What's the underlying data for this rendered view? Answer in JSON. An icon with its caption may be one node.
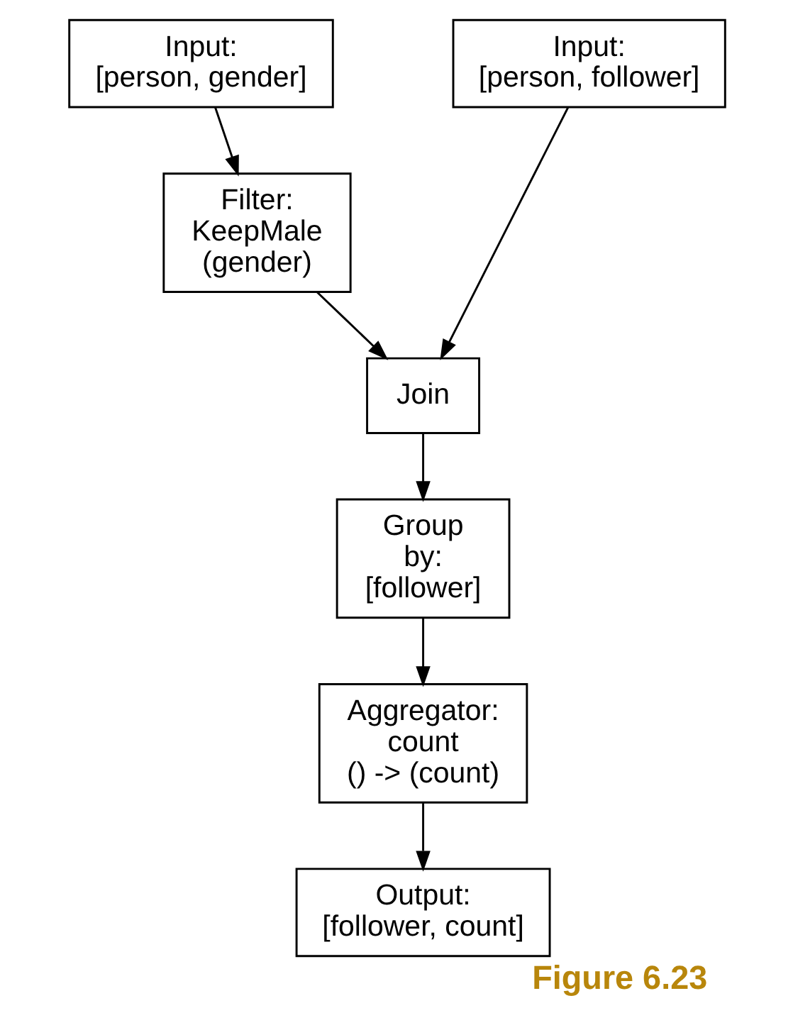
{
  "diagram": {
    "caption": "Figure 6.23",
    "nodes": [
      {
        "text": [
          "Input: [person, gender]"
        ]
      },
      {
        "text": [
          "Input: [person, follower]"
        ]
      },
      {
        "text": [
          "Filter: KeepMale (gender)"
        ]
      },
      {
        "text": [
          "Join"
        ]
      },
      {
        "text": [
          "Group by: [follower]"
        ]
      },
      {
        "text": [
          "Aggregator: count () -> (count)"
        ]
      },
      {
        "text": [
          "Output: [follower, count]"
        ]
      }
    ],
    "edges": [
      {
        "from": 0,
        "to": 2,
        "arrow": "to"
      },
      {
        "from": 2,
        "to": 3,
        "arrow": "to"
      },
      {
        "from": 1,
        "to": 3,
        "arrow": "to"
      },
      {
        "from": 3,
        "to": 4,
        "arrow": "to"
      },
      {
        "from": 4,
        "to": 5,
        "arrow": "to"
      },
      {
        "from": 5,
        "to": 6,
        "arrow": "to"
      }
    ]
  }
}
